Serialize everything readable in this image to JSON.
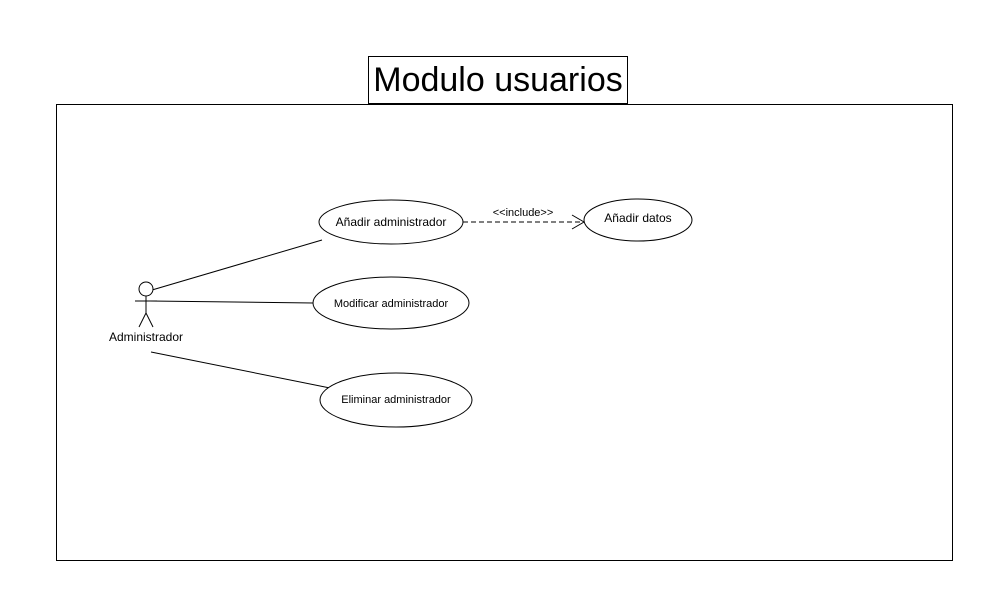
{
  "diagram": {
    "title": "Modulo usuarios",
    "actor": {
      "name": "Administrador"
    },
    "use_cases": [
      {
        "id": "add-admin",
        "label": "Añadir administrador"
      },
      {
        "id": "modify-admin",
        "label": "Modificar administrador"
      },
      {
        "id": "delete-admin",
        "label": "Eliminar administrador"
      },
      {
        "id": "add-data",
        "label": "Añadir datos"
      }
    ],
    "relations": [
      {
        "from": "actor",
        "to": "add-admin",
        "type": "association"
      },
      {
        "from": "actor",
        "to": "modify-admin",
        "type": "association"
      },
      {
        "from": "actor",
        "to": "delete-admin",
        "type": "association"
      },
      {
        "from": "add-admin",
        "to": "add-data",
        "type": "include",
        "label": "<<include>>"
      }
    ]
  }
}
